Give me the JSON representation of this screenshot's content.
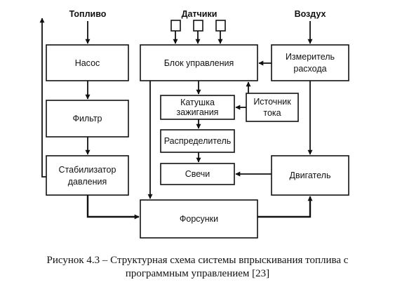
{
  "headers": {
    "fuel": "Топливо",
    "sensors": "Датчики",
    "air": "Воздух"
  },
  "blocks": {
    "pump": "Насос",
    "filter": "Фильтр",
    "stabilizer_1": "Стабилизатор",
    "stabilizer_2": "давления",
    "control": "Блок управления",
    "meter_1": "Измеритель",
    "meter_2": "расхода",
    "coil_1": "Катушка",
    "coil_2": "зажигания",
    "source_1": "Источник",
    "source_2": "тока",
    "distributor": "Распределитель",
    "plugs": "Свечи",
    "engine": "Двигатель",
    "injectors": "Форсунки"
  },
  "caption": {
    "line1": "Рисунок 4.3 – Структурная схема системы впрыскивания топлива с",
    "line2": "программным управлением [23]"
  }
}
